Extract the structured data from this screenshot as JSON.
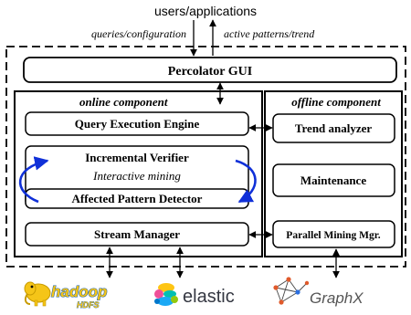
{
  "top_label": "users/applications",
  "queries_label": "queries/configuration",
  "patterns_label": "active patterns/trend",
  "gui_label": "Percolator GUI",
  "online": {
    "title": "online component",
    "query_engine": "Query Execution Engine",
    "incremental_verifier": "Incremental Verifier",
    "interactive_mining": "Interactive mining",
    "affected_detector": "Affected Pattern Detector",
    "stream_manager": "Stream Manager"
  },
  "offline": {
    "title": "offline component",
    "trend_analyzer": "Trend analyzer",
    "maintenance": "Maintenance",
    "parallel_mining": "Parallel Mining Mgr."
  },
  "logos": {
    "hadoop_text": "hadoop",
    "hdfs_text": "HDFS",
    "elastic_text": "elastic",
    "graphx_text": "GraphX"
  },
  "colors": {
    "cycle_arrow": "#1030d8",
    "hadoop_yellow": "#f5c518",
    "hadoop_blue": "#1a5fa8"
  }
}
